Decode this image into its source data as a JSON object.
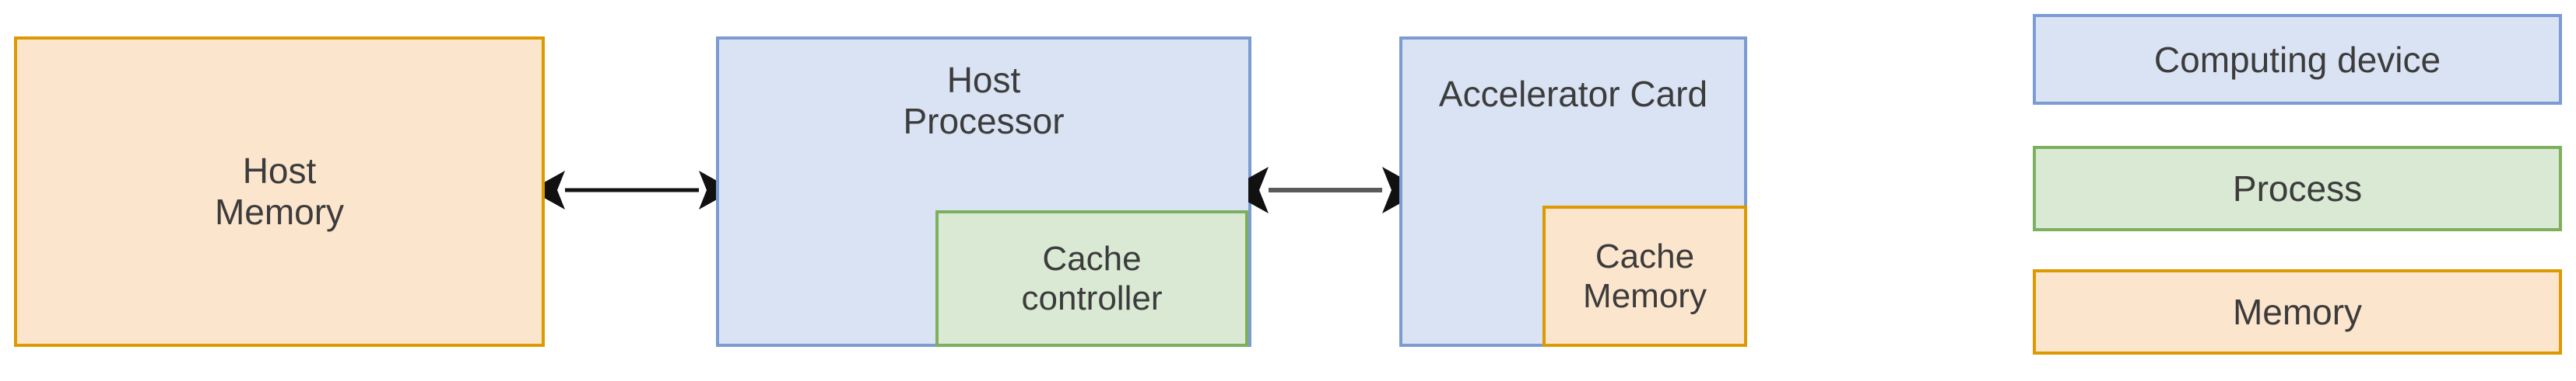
{
  "diagram": {
    "title": "Host memory / host processor / accelerator card block diagram",
    "nodes": [
      {
        "id": "host-memory",
        "label": "Host\nMemory",
        "category": "Memory",
        "fill": "#fce5cd",
        "stroke": "#dd9a00"
      },
      {
        "id": "host-processor",
        "label": "Host\nProcessor",
        "category": "Computing device",
        "fill": "#dae3f3",
        "stroke": "#7b9cd3"
      },
      {
        "id": "cache-controller",
        "label": "Cache\ncontroller",
        "category": "Process",
        "fill": "#d9e9d3",
        "stroke": "#7cb05e"
      },
      {
        "id": "accelerator-card",
        "label": "Accelerator Card",
        "category": "Computing device",
        "fill": "#dae3f3",
        "stroke": "#7b9cd3"
      },
      {
        "id": "cache-memory",
        "label": "Cache\nMemory",
        "category": "Memory",
        "fill": "#fce5cd",
        "stroke": "#dd9a00"
      }
    ],
    "connectors": [
      {
        "id": "connector-mem-cpu",
        "from": "host-memory",
        "to": "host-processor",
        "style": "double-arrow",
        "color": "#1a1a1a"
      },
      {
        "id": "connector-cpu-acc",
        "from": "host-processor",
        "to": "accelerator-card",
        "style": "double-arrow",
        "color": "#595959"
      }
    ]
  },
  "legend": {
    "items": [
      {
        "label": "Computing device",
        "fill": "#dae3f3",
        "stroke": "#7b9cd3"
      },
      {
        "label": "Process",
        "fill": "#d9e9d3",
        "stroke": "#7cb05e"
      },
      {
        "label": "Memory",
        "fill": "#fce5cd",
        "stroke": "#dd9a00"
      }
    ]
  }
}
